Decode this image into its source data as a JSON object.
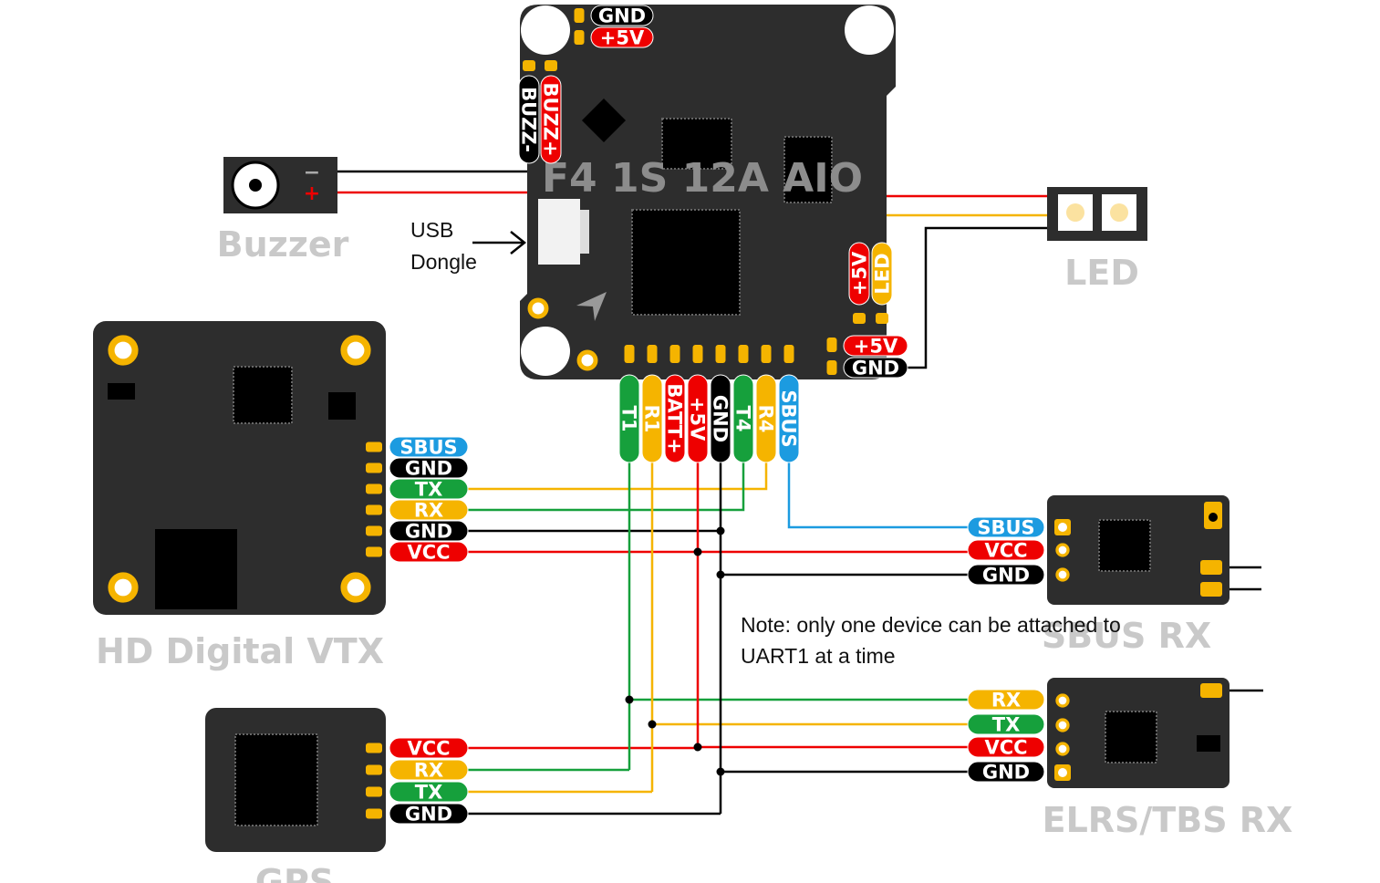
{
  "colors": {
    "board": "#2d2d2d",
    "pad": "#f5b400",
    "green": "#16a03c",
    "yellow": "#f5b400",
    "red": "#ee0000",
    "black": "#000000",
    "blue": "#1c9be0",
    "title_grey": "#c9c9c9"
  },
  "fc": {
    "title": "F4 1S 12A AIO",
    "top_pads": [
      "GND",
      "+5V"
    ],
    "buzzer_pads": [
      "BUZZ-",
      "BUZZ+"
    ],
    "led_pads": [
      "+5V",
      "LED"
    ],
    "led_power_pads": [
      "+5V",
      "GND"
    ],
    "bottom_pads": [
      "T1",
      "R1",
      "BATT+",
      "+5V",
      "GND",
      "T4",
      "R4",
      "SBUS"
    ]
  },
  "buzzer": {
    "title": "Buzzer",
    "minus": "−",
    "plus": "+"
  },
  "usb": {
    "line1": "USB",
    "line2": "Dongle"
  },
  "led": {
    "title": "LED"
  },
  "vtx": {
    "title": "HD Digital VTX",
    "pads": [
      "SBUS",
      "GND",
      "TX",
      "RX",
      "GND",
      "VCC"
    ]
  },
  "gps": {
    "title": "GPS",
    "pads": [
      "VCC",
      "RX",
      "TX",
      "GND"
    ]
  },
  "sbus_rx": {
    "title": "SBUS RX",
    "pads": [
      "SBUS",
      "VCC",
      "GND"
    ]
  },
  "elrs_rx": {
    "title": "ELRS/TBS RX",
    "pads": [
      "RX",
      "TX",
      "VCC",
      "GND"
    ]
  },
  "note": {
    "line1": "Note: only one device can be attached to",
    "line2": "UART1 at a time"
  }
}
